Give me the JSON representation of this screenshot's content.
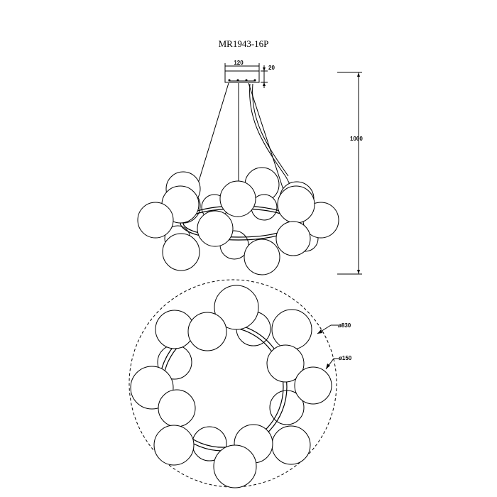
{
  "title": "MR1943-16P",
  "dimensions": {
    "canopy_width": "120",
    "canopy_height": "20",
    "total_height": "1000",
    "outer_diameter": "ø830",
    "ball_diameter": "ø150"
  }
}
